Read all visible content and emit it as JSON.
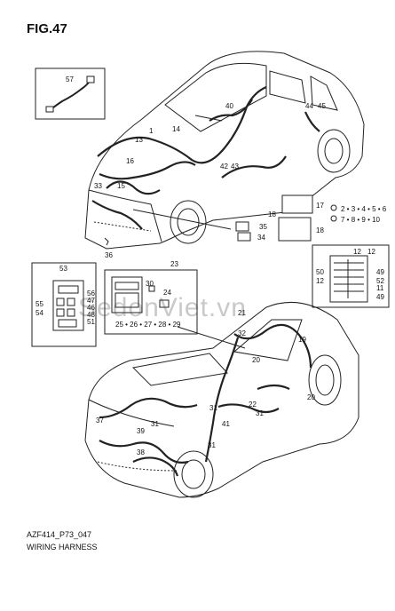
{
  "figure": {
    "title": "FIG.47",
    "code": "AZF414_P73_047",
    "caption": "WIRING HARNESS",
    "watermark": "SedonViet.vn"
  },
  "callouts_top": [
    "57",
    "1",
    "14",
    "13",
    "40",
    "44",
    "45",
    "16",
    "42",
    "43",
    "33",
    "15",
    "17",
    "18",
    "2",
    "3",
    "4",
    "5",
    "6",
    "7",
    "8",
    "9",
    "10",
    "35",
    "34",
    "18",
    "36"
  ],
  "callouts_relay": [
    "12",
    "12",
    "50",
    "49",
    "12",
    "52",
    "11",
    "49"
  ],
  "callouts_fuse": [
    "53",
    "55",
    "54",
    "56",
    "47",
    "46",
    "48",
    "51"
  ],
  "callouts_ecu": [
    "23",
    "30",
    "24",
    "25",
    "26",
    "27",
    "28",
    "29"
  ],
  "callouts_bottom": [
    "21",
    "32",
    "19",
    "20",
    "37",
    "31",
    "39",
    "38",
    "22",
    "31",
    "41",
    "31",
    "20",
    "31"
  ]
}
